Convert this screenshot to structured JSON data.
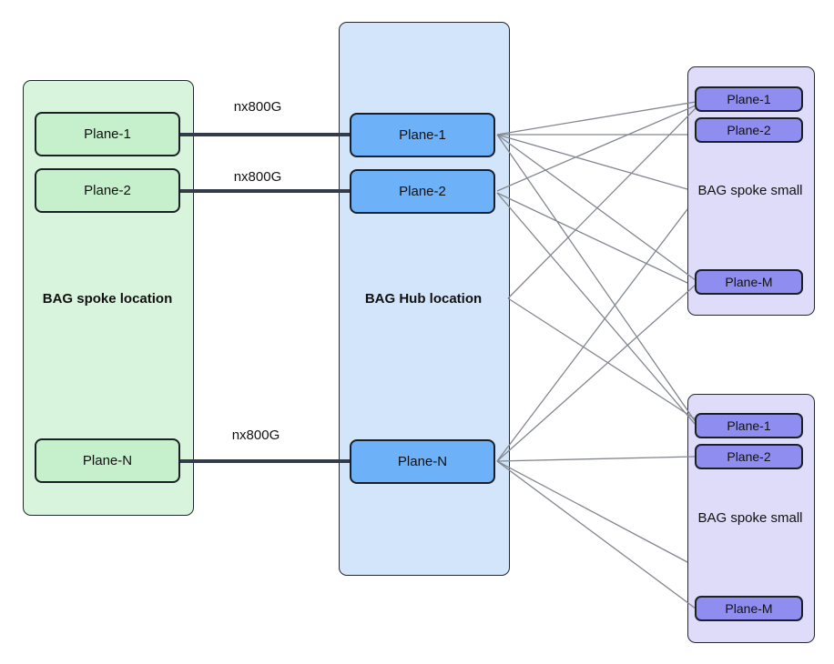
{
  "diagram": {
    "containers": {
      "spoke_left": {
        "label": "BAG spoke location"
      },
      "hub": {
        "label": "BAG Hub location"
      },
      "spoke_small_top": {
        "label": "BAG spoke small"
      },
      "spoke_small_bottom": {
        "label": "BAG spoke small"
      }
    },
    "nodes": {
      "spoke_left": [
        "Plane-1",
        "Plane-2",
        "Plane-N"
      ],
      "hub": [
        "Plane-1",
        "Plane-2",
        "Plane-N"
      ],
      "spoke_small_top": [
        "Plane-1",
        "Plane-2",
        "Plane-M"
      ],
      "spoke_small_bottom": [
        "Plane-1",
        "Plane-2",
        "Plane-M"
      ]
    },
    "links": {
      "left_to_hub": [
        {
          "from": "spoke_left.Plane-1",
          "to": "hub.Plane-1",
          "label": "nx800G"
        },
        {
          "from": "spoke_left.Plane-2",
          "to": "hub.Plane-2",
          "label": "nx800G"
        },
        {
          "from": "spoke_left.Plane-N",
          "to": "hub.Plane-N",
          "label": "nx800G"
        }
      ],
      "hub_to_small_spokes": [
        {
          "from": "hub.Plane-1",
          "to": "spoke_small_top.Plane-1"
        },
        {
          "from": "hub.Plane-1",
          "to": "spoke_small_top.Plane-2"
        },
        {
          "from": "hub.Plane-1",
          "to": "spoke_small_top"
        },
        {
          "from": "hub.Plane-1",
          "to": "spoke_small_top.Plane-M"
        },
        {
          "from": "hub.Plane-1",
          "to": "spoke_small_bottom.Plane-1"
        },
        {
          "from": "hub.Plane-2",
          "to": "spoke_small_top.Plane-1"
        },
        {
          "from": "hub.Plane-2",
          "to": "spoke_small_top.Plane-M"
        },
        {
          "from": "hub.Plane-2",
          "to": "spoke_small_bottom.Plane-1"
        },
        {
          "from": "hub",
          "to": "spoke_small_top.Plane-1"
        },
        {
          "from": "hub",
          "to": "spoke_small_bottom.Plane-1"
        },
        {
          "from": "hub.Plane-N",
          "to": "spoke_small_top"
        },
        {
          "from": "hub.Plane-N",
          "to": "spoke_small_top.Plane-M"
        },
        {
          "from": "hub.Plane-N",
          "to": "spoke_small_bottom.Plane-2"
        },
        {
          "from": "hub.Plane-N",
          "to": "spoke_small_bottom"
        },
        {
          "from": "hub.Plane-N",
          "to": "spoke_small_bottom.Plane-M"
        }
      ]
    },
    "colors": {
      "green_container": "#d9f4dc",
      "green_node": "#c6efcc",
      "blue_container": "#d3e5fa",
      "blue_node": "#6db1f8",
      "purple_container": "#dedcf8",
      "purple_node": "#8f8ef0",
      "container_border": "#23272e",
      "node_border": "#1b1f26",
      "thick_link": "#343b49",
      "thin_link": "#82878f"
    }
  }
}
